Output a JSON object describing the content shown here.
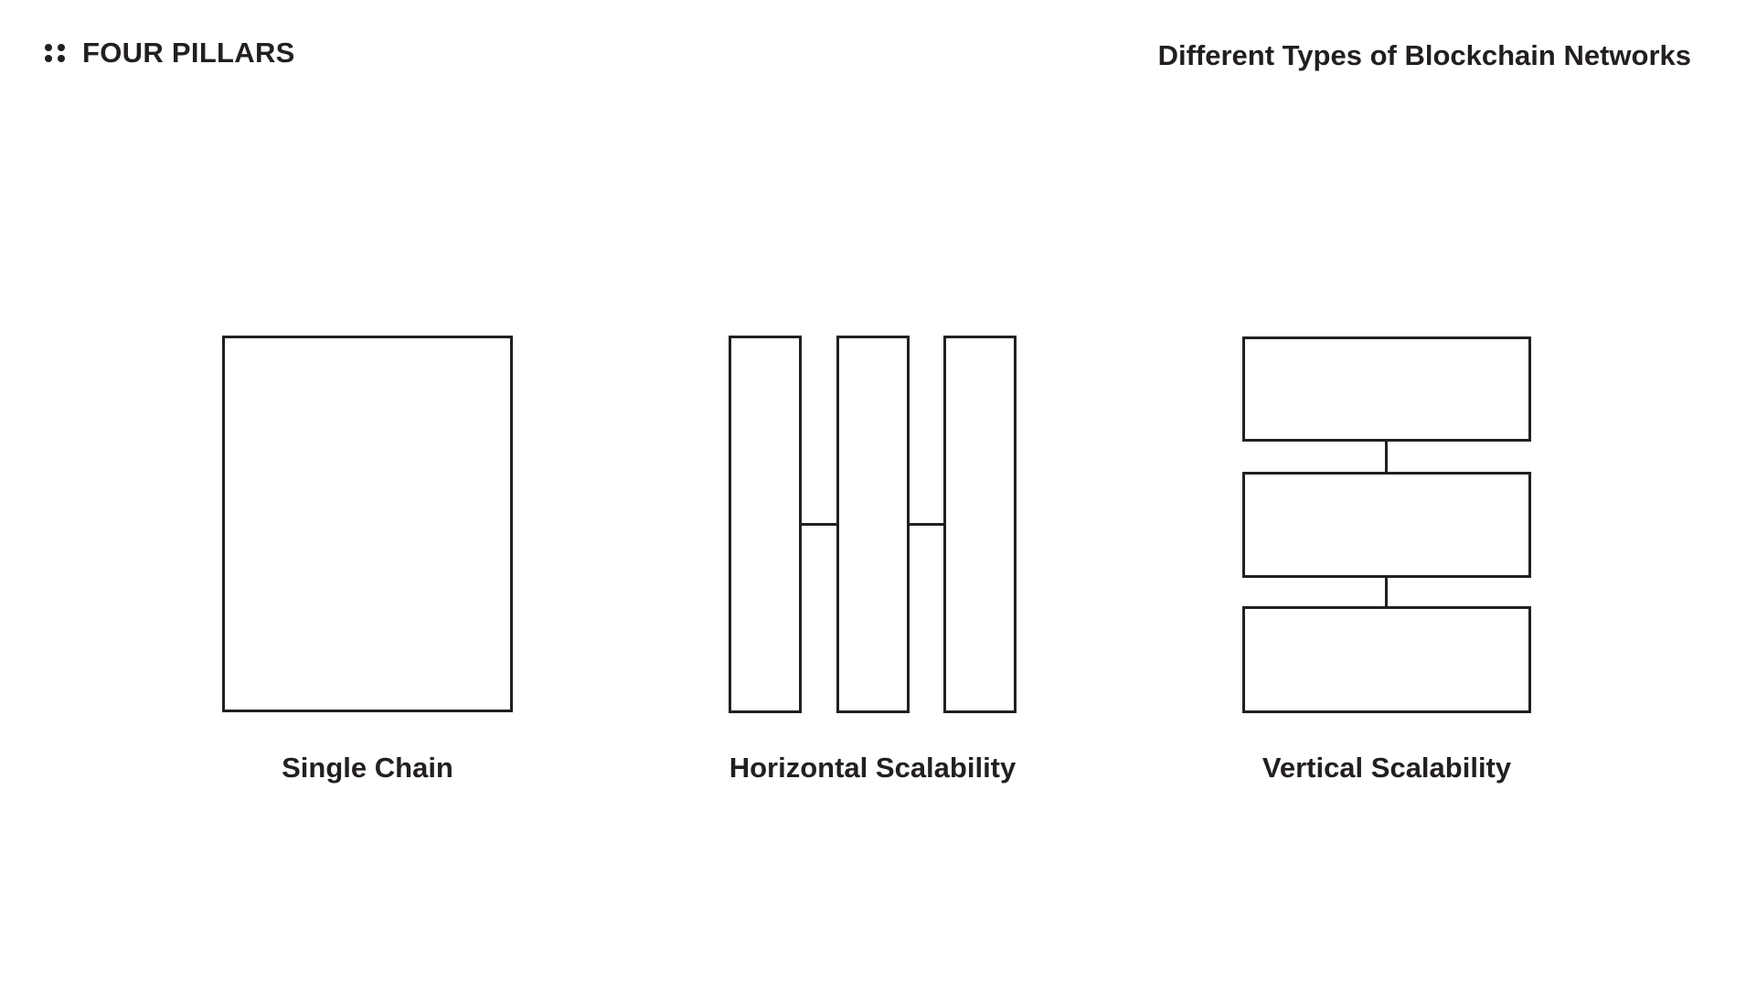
{
  "page": {
    "background_color": "#ffffff",
    "line_color": "#231f20",
    "text_color": "#231f20"
  },
  "header": {
    "brand": "FOUR PILLARS",
    "logo_icon": "four-dots-icon",
    "title": "Different Types of Blockchain Networks"
  },
  "diagrams": [
    {
      "id": "single-chain",
      "label": "Single Chain",
      "block_count": 1,
      "shape": "one large outlined rectangle"
    },
    {
      "id": "horizontal-scalability",
      "label": "Horizontal Scalability",
      "block_count": 3,
      "shape": "three tall outlined rectangles side by side joined by horizontal links at mid-height"
    },
    {
      "id": "vertical-scalability",
      "label": "Vertical Scalability",
      "block_count": 3,
      "shape": "three wide outlined rectangles stacked and joined by short vertical links"
    }
  ]
}
